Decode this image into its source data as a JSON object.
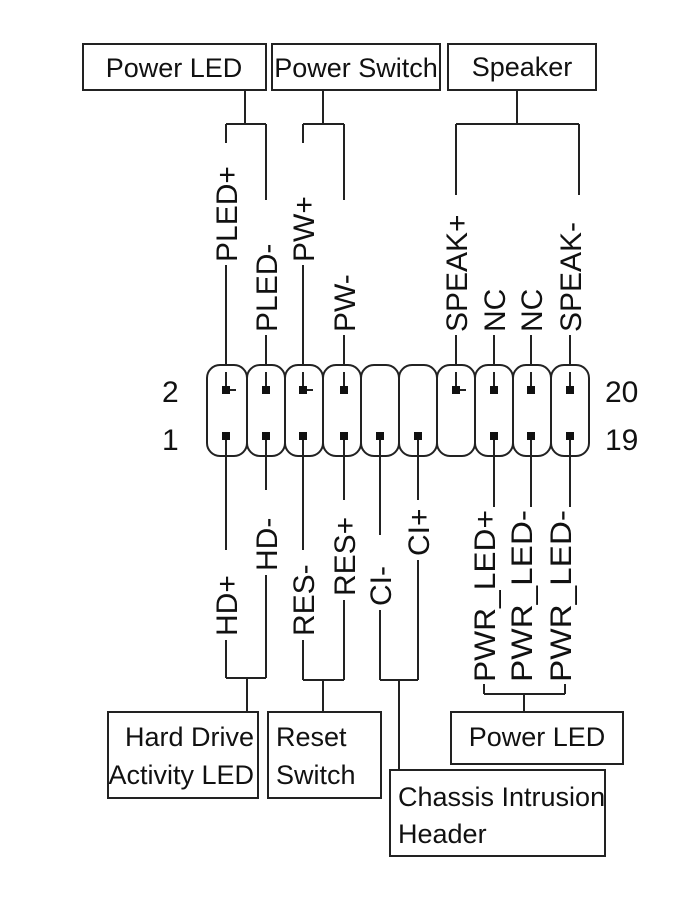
{
  "boxes": {
    "power_led_top": "Power LED",
    "power_switch": "Power Switch",
    "speaker": "Speaker",
    "hdd_led_line1": "Hard Drive",
    "hdd_led_line2": "Activity LED",
    "reset_line1": "Reset",
    "reset_line2": "Switch",
    "chassis_line1": "Chassis Intrusion",
    "chassis_line2": "Header",
    "power_led_bottom": "Power LED"
  },
  "top_pins": {
    "pled_plus": "PLED+",
    "pled_minus": "PLED-",
    "pw_plus": "PW+",
    "pw_minus": "PW-",
    "speak_plus": "SPEAK+",
    "nc1": "NC",
    "nc2": "NC",
    "speak_minus": "SPEAK-"
  },
  "bottom_pins": {
    "hd_plus": "HD+",
    "hd_minus": "HD-",
    "res_minus": "RES-",
    "res_plus": "RES+",
    "ci_minus": "CI-",
    "ci_plus": "CI+",
    "pwr_led_plus": "PWR_LED+",
    "pwr_led_minus1": "PWR_LED-",
    "pwr_led_minus2": "PWR_LED-"
  },
  "pin_numbers": {
    "top_left": "2",
    "bottom_left": "1",
    "top_right": "20",
    "bottom_right": "19"
  }
}
